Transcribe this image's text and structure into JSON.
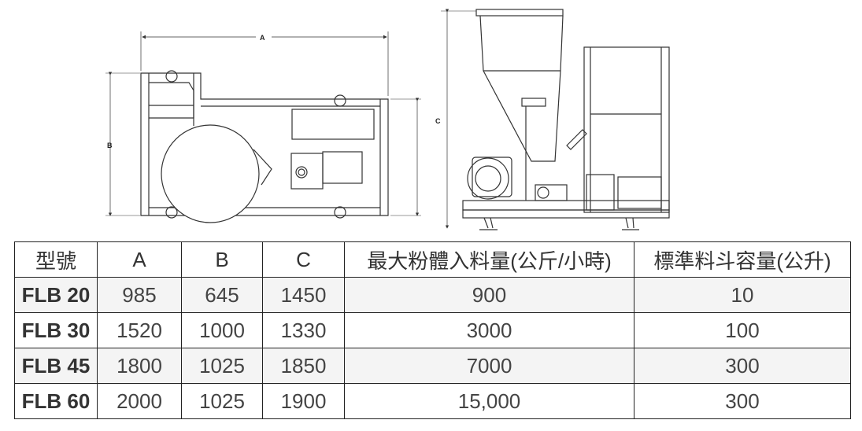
{
  "drawing": {
    "dimension_labels": {
      "a": "A",
      "b": "B",
      "c": "C"
    }
  },
  "table": {
    "headers": [
      "型號",
      "A",
      "B",
      "C",
      "最大粉體入料量(公斤/小時)",
      "標準料斗容量(公升)"
    ],
    "rows": [
      [
        "FLB 20",
        "985",
        "645",
        "1450",
        "900",
        "10"
      ],
      [
        "FLB 30",
        "1520",
        "1000",
        "1330",
        "3000",
        "100"
      ],
      [
        "FLB 45",
        "1800",
        "1025",
        "1850",
        "7000",
        "300"
      ],
      [
        "FLB 60",
        "2000",
        "1025",
        "1900",
        "15,000",
        "300"
      ]
    ]
  }
}
